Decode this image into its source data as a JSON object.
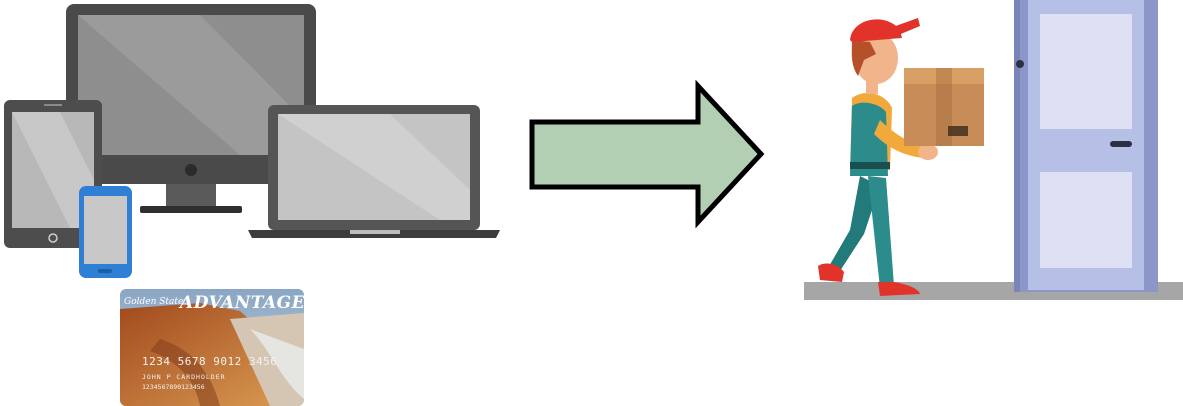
{
  "devices": {
    "caption_left": "",
    "icons": [
      "desktop-monitor",
      "tablet",
      "laptop",
      "smartphone"
    ]
  },
  "ebt_card": {
    "brand_script": "Golden State",
    "brand_main": "ADVANTAGE",
    "card_number": "1234 5678 9012 3456",
    "cardholder": "JOHN P CARDHOLDER",
    "account_number": "1234567890123456"
  },
  "arrow": {
    "fill": "#b3cfb3",
    "stroke": "#000000",
    "direction": "right"
  },
  "delivery": {
    "person": "delivery-worker",
    "package": "cardboard-box",
    "door": "front-door",
    "colors": {
      "cap": "#e2332b",
      "overalls": "#2c8c8c",
      "shirt": "#f2a93b",
      "door": "#b6bfe6",
      "floor": "#a6a6a6"
    }
  }
}
